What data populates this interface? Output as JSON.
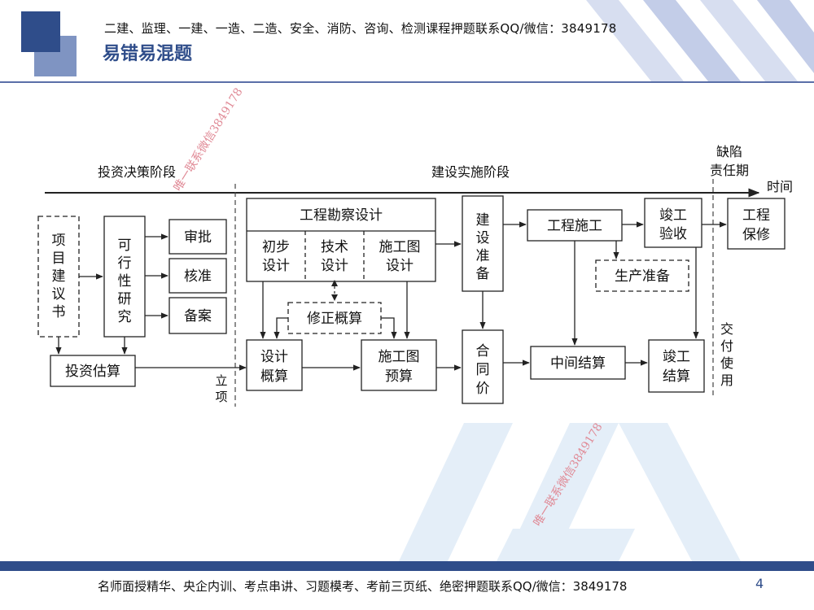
{
  "header": {
    "promo_text": "二建、监理、一建、一造、二造、安全、消防、咨询、检测课程押题联系QQ/微信：3849178",
    "title": "易错易混题"
  },
  "footer": {
    "promo_text": "名师面授精华、央企内训、考点串讲、习题模考、考前三页纸、绝密押题联系QQ/微信：3849178",
    "page_number": "4"
  },
  "watermarks": {
    "top": "唯一联系微信3849178",
    "bottom": "唯一联系微信3849178"
  },
  "diagram": {
    "phases": {
      "decision": "投资决策阶段",
      "implementation": "建设实施阶段",
      "defect": [
        "缺陷",
        "责任期"
      ]
    },
    "time_label": "时间",
    "markers": {
      "project_approval": [
        "立",
        "项"
      ],
      "delivery": [
        "交",
        "付",
        "使",
        "用"
      ]
    },
    "nodes": {
      "proposal": [
        "项",
        "目",
        "建",
        "议",
        "书"
      ],
      "feasibility": [
        "可",
        "行",
        "性",
        "研",
        "究"
      ],
      "review": "审批",
      "approve": "核准",
      "record": "备案",
      "estimate": "投资估算",
      "survey_design": "工程勘察设计",
      "preliminary_design": [
        "初步",
        "设计"
      ],
      "technical_design": [
        "技术",
        "设计"
      ],
      "construction_drawing_design": [
        "施工图",
        "设计"
      ],
      "revised_budget": "修正概算",
      "design_budget": [
        "设计",
        "概算"
      ],
      "drawing_budget": [
        "施工图",
        "预算"
      ],
      "construction_prep": [
        "建",
        "设",
        "准",
        "备"
      ],
      "contract_price": [
        "合",
        "同",
        "价"
      ],
      "construction": "工程施工",
      "production_prep": "生产准备",
      "interim_settlement": "中间结算",
      "completion_acceptance": [
        "竣工",
        "验收"
      ],
      "completion_settlement": [
        "竣工",
        "结算"
      ],
      "warranty": [
        "工程",
        "保修"
      ]
    }
  }
}
